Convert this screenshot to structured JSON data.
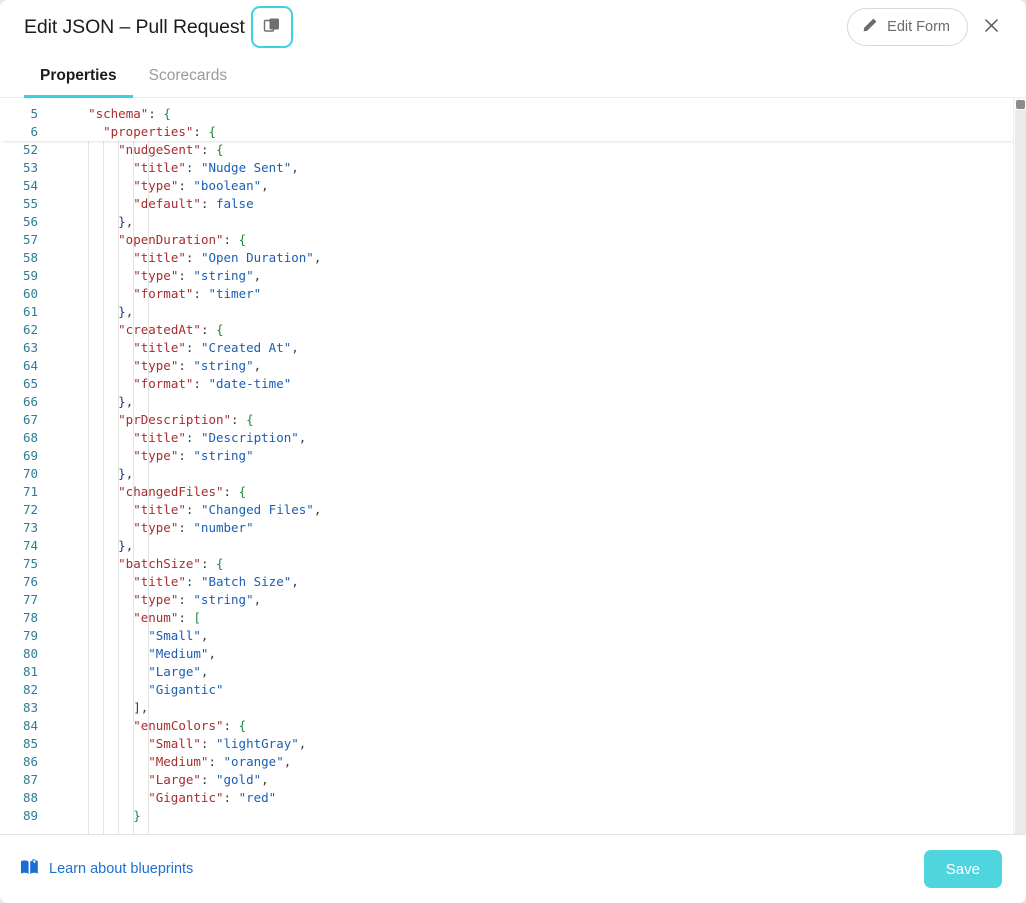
{
  "header": {
    "title": "Edit JSON – Pull Request",
    "copy_icon": "copy-icon",
    "edit_form_label": "Edit Form",
    "pencil_icon": "pencil-icon",
    "close_icon": "close-icon"
  },
  "tabs": [
    {
      "label": "Properties",
      "active": true
    },
    {
      "label": "Scorecards",
      "active": false
    }
  ],
  "editor": {
    "accent_color": "#3ad2e6",
    "line_number_color": "#2d7d94",
    "key_color": "#a82c2c",
    "string_color": "#1a5fb4",
    "open_brace_color": "#1f8a3b",
    "sticky_lines": [
      {
        "num": 5,
        "indent": 2,
        "tokens": [
          {
            "t": "key",
            "v": "\"schema\""
          },
          {
            "t": "punct",
            "v": ": "
          },
          {
            "t": "brace",
            "v": "{"
          }
        ]
      },
      {
        "num": 6,
        "indent": 3,
        "tokens": [
          {
            "t": "key",
            "v": "\"properties\""
          },
          {
            "t": "punct",
            "v": ": "
          },
          {
            "t": "brace",
            "v": "{"
          }
        ]
      }
    ],
    "lines": [
      {
        "num": 52,
        "indent": 4,
        "tokens": [
          {
            "t": "key",
            "v": "\"nudgeSent\""
          },
          {
            "t": "punct",
            "v": ": "
          },
          {
            "t": "brace",
            "v": "{"
          }
        ]
      },
      {
        "num": 53,
        "indent": 5,
        "tokens": [
          {
            "t": "key",
            "v": "\"title\""
          },
          {
            "t": "punct",
            "v": ": "
          },
          {
            "t": "str",
            "v": "\"Nudge Sent\""
          },
          {
            "t": "punct",
            "v": ","
          }
        ]
      },
      {
        "num": 54,
        "indent": 5,
        "tokens": [
          {
            "t": "key",
            "v": "\"type\""
          },
          {
            "t": "punct",
            "v": ": "
          },
          {
            "t": "str",
            "v": "\"boolean\""
          },
          {
            "t": "punct",
            "v": ","
          }
        ]
      },
      {
        "num": 55,
        "indent": 5,
        "tokens": [
          {
            "t": "key",
            "v": "\"default\""
          },
          {
            "t": "punct",
            "v": ": "
          },
          {
            "t": "bool",
            "v": "false"
          }
        ]
      },
      {
        "num": 56,
        "indent": 4,
        "tokens": [
          {
            "t": "bracec",
            "v": "}"
          },
          {
            "t": "punct",
            "v": ","
          }
        ]
      },
      {
        "num": 57,
        "indent": 4,
        "tokens": [
          {
            "t": "key",
            "v": "\"openDuration\""
          },
          {
            "t": "punct",
            "v": ": "
          },
          {
            "t": "brace",
            "v": "{"
          }
        ]
      },
      {
        "num": 58,
        "indent": 5,
        "tokens": [
          {
            "t": "key",
            "v": "\"title\""
          },
          {
            "t": "punct",
            "v": ": "
          },
          {
            "t": "str",
            "v": "\"Open Duration\""
          },
          {
            "t": "punct",
            "v": ","
          }
        ]
      },
      {
        "num": 59,
        "indent": 5,
        "tokens": [
          {
            "t": "key",
            "v": "\"type\""
          },
          {
            "t": "punct",
            "v": ": "
          },
          {
            "t": "str",
            "v": "\"string\""
          },
          {
            "t": "punct",
            "v": ","
          }
        ]
      },
      {
        "num": 60,
        "indent": 5,
        "tokens": [
          {
            "t": "key",
            "v": "\"format\""
          },
          {
            "t": "punct",
            "v": ": "
          },
          {
            "t": "str",
            "v": "\"timer\""
          }
        ]
      },
      {
        "num": 61,
        "indent": 4,
        "tokens": [
          {
            "t": "bracec",
            "v": "}"
          },
          {
            "t": "punct",
            "v": ","
          }
        ]
      },
      {
        "num": 62,
        "indent": 4,
        "tokens": [
          {
            "t": "key",
            "v": "\"createdAt\""
          },
          {
            "t": "punct",
            "v": ": "
          },
          {
            "t": "brace",
            "v": "{"
          }
        ]
      },
      {
        "num": 63,
        "indent": 5,
        "tokens": [
          {
            "t": "key",
            "v": "\"title\""
          },
          {
            "t": "punct",
            "v": ": "
          },
          {
            "t": "str",
            "v": "\"Created At\""
          },
          {
            "t": "punct",
            "v": ","
          }
        ]
      },
      {
        "num": 64,
        "indent": 5,
        "tokens": [
          {
            "t": "key",
            "v": "\"type\""
          },
          {
            "t": "punct",
            "v": ": "
          },
          {
            "t": "str",
            "v": "\"string\""
          },
          {
            "t": "punct",
            "v": ","
          }
        ]
      },
      {
        "num": 65,
        "indent": 5,
        "tokens": [
          {
            "t": "key",
            "v": "\"format\""
          },
          {
            "t": "punct",
            "v": ": "
          },
          {
            "t": "str",
            "v": "\"date-time\""
          }
        ]
      },
      {
        "num": 66,
        "indent": 4,
        "tokens": [
          {
            "t": "bracec",
            "v": "}"
          },
          {
            "t": "punct",
            "v": ","
          }
        ]
      },
      {
        "num": 67,
        "indent": 4,
        "tokens": [
          {
            "t": "key",
            "v": "\"prDescription\""
          },
          {
            "t": "punct",
            "v": ": "
          },
          {
            "t": "brace",
            "v": "{"
          }
        ]
      },
      {
        "num": 68,
        "indent": 5,
        "tokens": [
          {
            "t": "key",
            "v": "\"title\""
          },
          {
            "t": "punct",
            "v": ": "
          },
          {
            "t": "str",
            "v": "\"Description\""
          },
          {
            "t": "punct",
            "v": ","
          }
        ]
      },
      {
        "num": 69,
        "indent": 5,
        "tokens": [
          {
            "t": "key",
            "v": "\"type\""
          },
          {
            "t": "punct",
            "v": ": "
          },
          {
            "t": "str",
            "v": "\"string\""
          }
        ]
      },
      {
        "num": 70,
        "indent": 4,
        "tokens": [
          {
            "t": "bracec",
            "v": "}"
          },
          {
            "t": "punct",
            "v": ","
          }
        ]
      },
      {
        "num": 71,
        "indent": 4,
        "tokens": [
          {
            "t": "key",
            "v": "\"changedFiles\""
          },
          {
            "t": "punct",
            "v": ": "
          },
          {
            "t": "brace",
            "v": "{"
          }
        ]
      },
      {
        "num": 72,
        "indent": 5,
        "tokens": [
          {
            "t": "key",
            "v": "\"title\""
          },
          {
            "t": "punct",
            "v": ": "
          },
          {
            "t": "str",
            "v": "\"Changed Files\""
          },
          {
            "t": "punct",
            "v": ","
          }
        ]
      },
      {
        "num": 73,
        "indent": 5,
        "tokens": [
          {
            "t": "key",
            "v": "\"type\""
          },
          {
            "t": "punct",
            "v": ": "
          },
          {
            "t": "str",
            "v": "\"number\""
          }
        ]
      },
      {
        "num": 74,
        "indent": 4,
        "tokens": [
          {
            "t": "bracec",
            "v": "}"
          },
          {
            "t": "punct",
            "v": ","
          }
        ]
      },
      {
        "num": 75,
        "indent": 4,
        "tokens": [
          {
            "t": "key",
            "v": "\"batchSize\""
          },
          {
            "t": "punct",
            "v": ": "
          },
          {
            "t": "brace",
            "v": "{"
          }
        ]
      },
      {
        "num": 76,
        "indent": 5,
        "tokens": [
          {
            "t": "key",
            "v": "\"title\""
          },
          {
            "t": "punct",
            "v": ": "
          },
          {
            "t": "str",
            "v": "\"Batch Size\""
          },
          {
            "t": "punct",
            "v": ","
          }
        ]
      },
      {
        "num": 77,
        "indent": 5,
        "tokens": [
          {
            "t": "key",
            "v": "\"type\""
          },
          {
            "t": "punct",
            "v": ": "
          },
          {
            "t": "str",
            "v": "\"string\""
          },
          {
            "t": "punct",
            "v": ","
          }
        ]
      },
      {
        "num": 78,
        "indent": 5,
        "tokens": [
          {
            "t": "key",
            "v": "\"enum\""
          },
          {
            "t": "punct",
            "v": ": "
          },
          {
            "t": "brace",
            "v": "["
          }
        ]
      },
      {
        "num": 79,
        "indent": 6,
        "tokens": [
          {
            "t": "str",
            "v": "\"Small\""
          },
          {
            "t": "punct",
            "v": ","
          }
        ]
      },
      {
        "num": 80,
        "indent": 6,
        "tokens": [
          {
            "t": "str",
            "v": "\"Medium\""
          },
          {
            "t": "punct",
            "v": ","
          }
        ]
      },
      {
        "num": 81,
        "indent": 6,
        "tokens": [
          {
            "t": "str",
            "v": "\"Large\""
          },
          {
            "t": "punct",
            "v": ","
          }
        ]
      },
      {
        "num": 82,
        "indent": 6,
        "tokens": [
          {
            "t": "str",
            "v": "\"Gigantic\""
          }
        ]
      },
      {
        "num": 83,
        "indent": 5,
        "tokens": [
          {
            "t": "bracec",
            "v": "]"
          },
          {
            "t": "punct",
            "v": ","
          }
        ]
      },
      {
        "num": 84,
        "indent": 5,
        "tokens": [
          {
            "t": "key",
            "v": "\"enumColors\""
          },
          {
            "t": "punct",
            "v": ": "
          },
          {
            "t": "brace",
            "v": "{"
          }
        ]
      },
      {
        "num": 85,
        "indent": 6,
        "tokens": [
          {
            "t": "key",
            "v": "\"Small\""
          },
          {
            "t": "punct",
            "v": ": "
          },
          {
            "t": "str",
            "v": "\"lightGray\""
          },
          {
            "t": "punct",
            "v": ","
          }
        ]
      },
      {
        "num": 86,
        "indent": 6,
        "tokens": [
          {
            "t": "key",
            "v": "\"Medium\""
          },
          {
            "t": "punct",
            "v": ": "
          },
          {
            "t": "str",
            "v": "\"orange\""
          },
          {
            "t": "punct",
            "v": ","
          }
        ]
      },
      {
        "num": 87,
        "indent": 6,
        "tokens": [
          {
            "t": "key",
            "v": "\"Large\""
          },
          {
            "t": "punct",
            "v": ": "
          },
          {
            "t": "str",
            "v": "\"gold\""
          },
          {
            "t": "punct",
            "v": ","
          }
        ]
      },
      {
        "num": 88,
        "indent": 6,
        "tokens": [
          {
            "t": "key",
            "v": "\"Gigantic\""
          },
          {
            "t": "punct",
            "v": ": "
          },
          {
            "t": "str",
            "v": "\"red\""
          }
        ]
      },
      {
        "num": 89,
        "indent": 5,
        "tokens": [
          {
            "t": "brace",
            "v": "}"
          }
        ]
      }
    ]
  },
  "footer": {
    "learn_link_label": "Learn about blueprints",
    "learn_icon": "book-icon",
    "save_label": "Save",
    "save_color": "#4fd5dd"
  }
}
